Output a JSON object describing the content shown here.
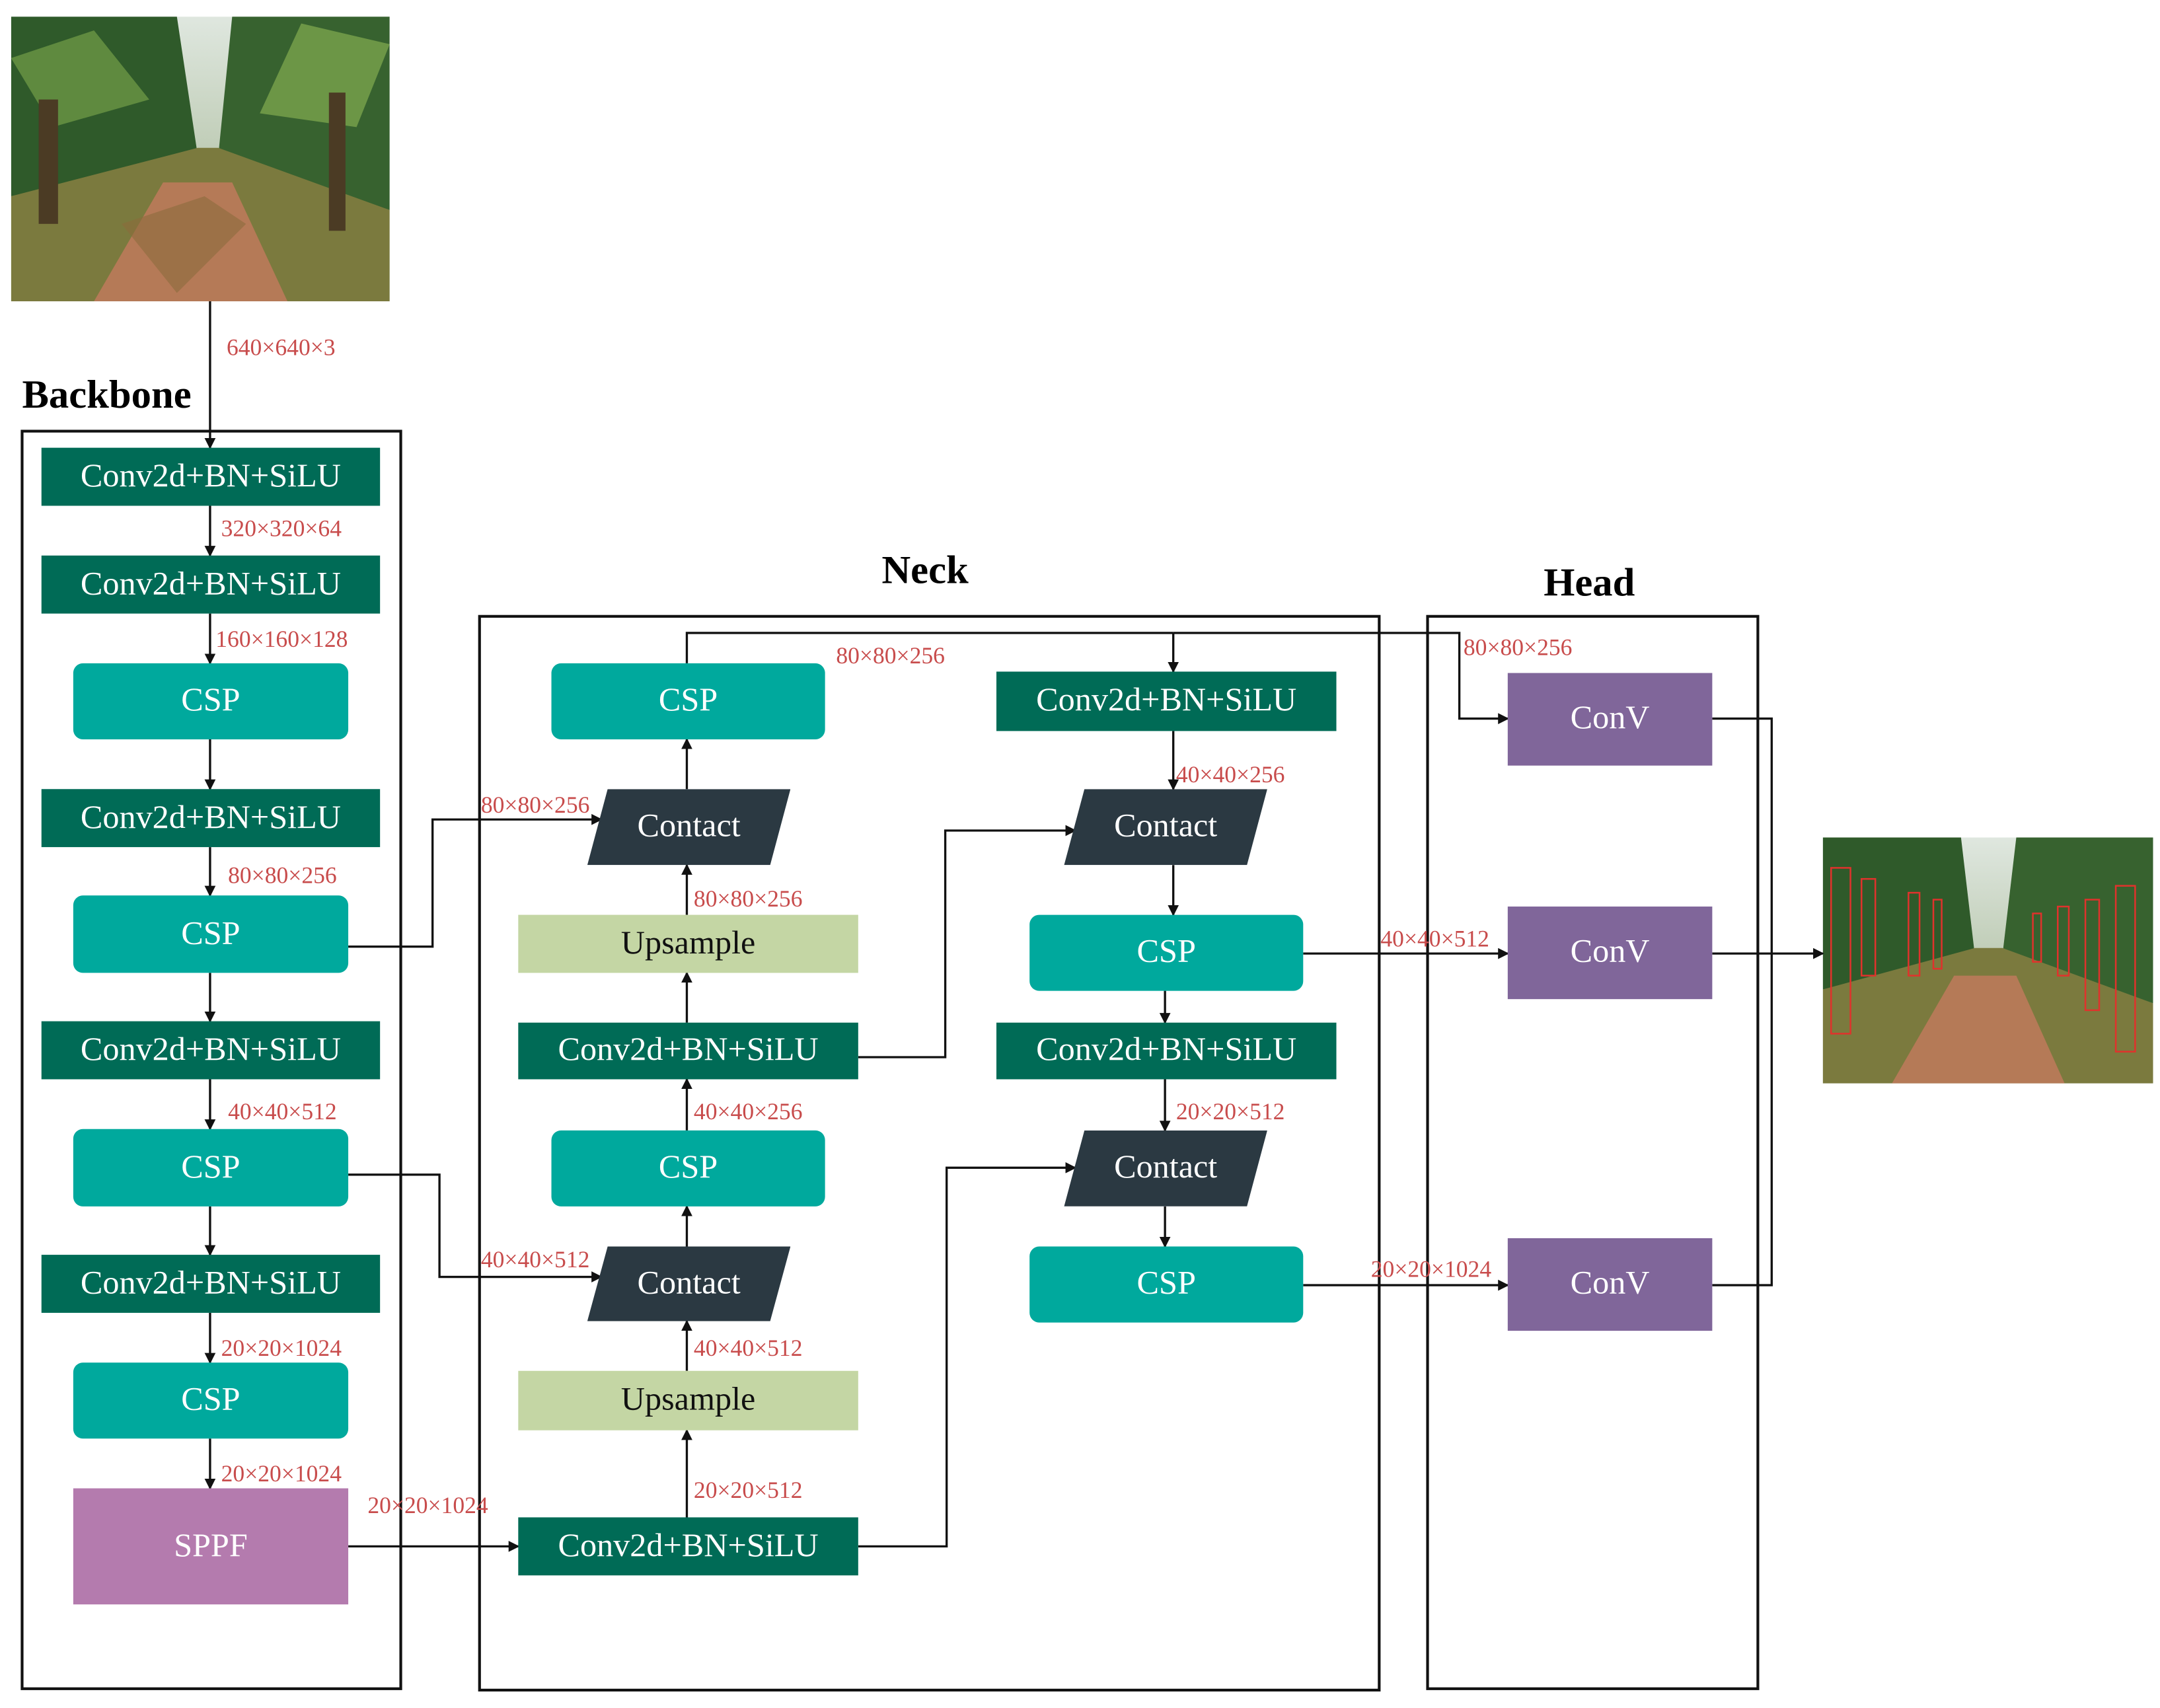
{
  "sections": {
    "backbone": "Backbone",
    "neck": "Neck",
    "head": "Head"
  },
  "blocks": {
    "conv": "Conv2d+BN+SiLU",
    "csp": "CSP",
    "sppf": "SPPF",
    "upsample": "Upsample",
    "contact": "Contact",
    "conv_head": "ConV"
  },
  "dims": {
    "input": "640×640×3",
    "b1": "320×320×64",
    "b2": "160×160×128",
    "b3": "80×80×256",
    "b4": "40×40×512",
    "b5": "20×20×1024",
    "b6": "20×20×1024",
    "sppf_out": "20×20×1024",
    "n_up1": "80×80×256",
    "n_c1": "80×80×256",
    "n_csp_top": "80×80×256",
    "n_conv2": "40×40×256",
    "n_c2": "40×40×512",
    "n_up2": "40×40×512",
    "n_conv3": "20×20×512",
    "n_conv_r1": "40×40×256",
    "n_conv_r2": "20×20×512",
    "h1": "80×80×256",
    "h2": "40×40×512",
    "h3": "20×20×1024"
  },
  "colors": {
    "conv": "#006b56",
    "csp": "#00a99d",
    "sppf": "#b47bae",
    "upsample": "#c4d6a4",
    "contact": "#2b3942",
    "head": "#80669a",
    "dim_text": "#c84c4c"
  }
}
